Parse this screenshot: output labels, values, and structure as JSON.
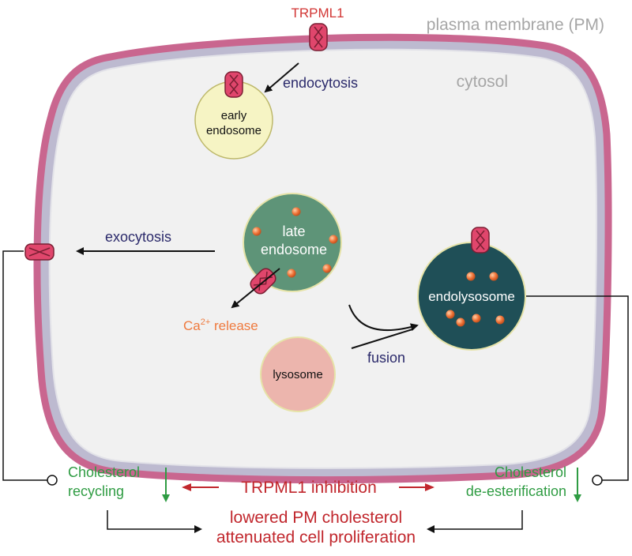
{
  "labels": {
    "trpml1_top": "TRPML1",
    "plasma_membrane": "plasma membrane (PM)",
    "cytosol": "cytosol",
    "endocytosis": "endocytosis",
    "early_line1": "early",
    "early_line2": "endosome",
    "late_line1": "late",
    "late_line2": "endosome",
    "exocytosis": "exocytosis",
    "ca_prefix": "Ca",
    "ca_sup": "2+",
    "ca_suffix": " release",
    "lysosome": "lysosome",
    "fusion": "fusion",
    "endolysosome": "endolysosome",
    "chol_recycling_line1": "Cholesterol",
    "chol_recycling_line2": "recycling",
    "inhibition": "TRPML1 inhibition",
    "chol_deest_line1": "Cholesterol",
    "chol_deest_line2": "de-esterification",
    "outcome_line1": "lowered PM cholesterol",
    "outcome_line2": "attenuated cell proliferation"
  },
  "colors": {
    "membrane": "#c9668f",
    "membrane_inner": "#b8b6cc",
    "cytosol_fill": "#f1f1f1",
    "channel": "#e0466c",
    "early_endosome": "#f6f4c4",
    "late_endosome": "#5e9478",
    "endolysosome": "#1f4f57",
    "lysosome": "#ecb5ad",
    "particle": "#f0753a",
    "trpml1_red": "#d23634",
    "navy_text": "#2b2a6b",
    "gray_text": "#a6a6a6",
    "green_text": "#2f9c43",
    "orange_text": "#ef7a3e",
    "dark_red_text": "#c1272d"
  },
  "icons": [
    "trpml1-channel-icon",
    "down-arrow-icon",
    "calcium-particle-icon"
  ]
}
